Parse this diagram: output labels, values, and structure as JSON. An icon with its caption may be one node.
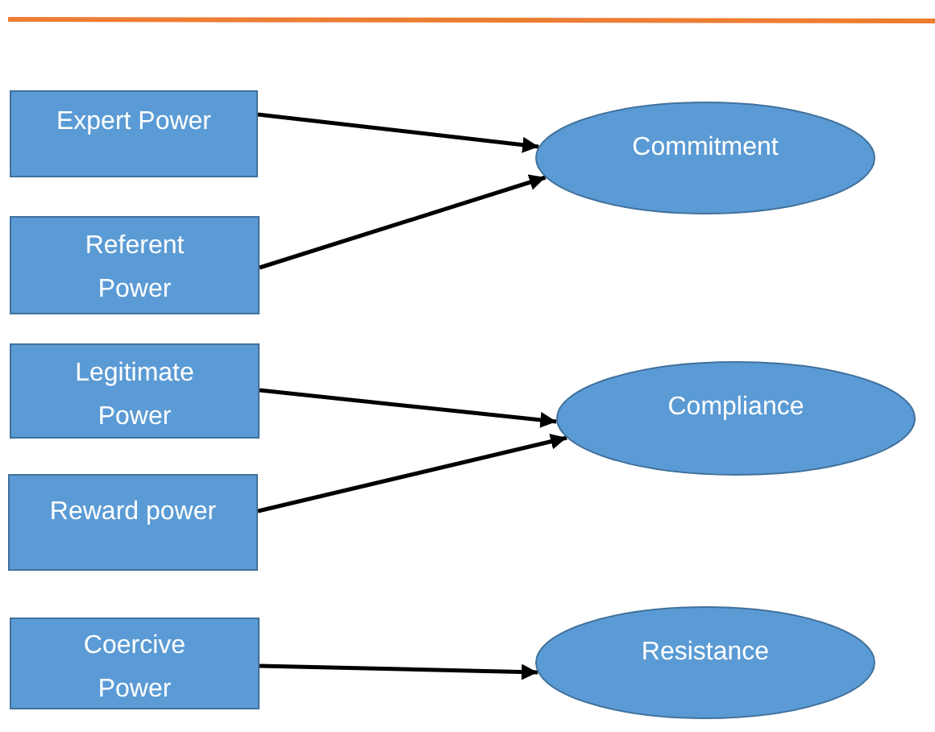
{
  "diagram": {
    "nodes": [
      {
        "text": [
          "Expert Power"
        ]
      },
      {
        "text": [
          "Commitment"
        ]
      },
      {
        "text": [
          "Referent Power"
        ]
      },
      {
        "text": [
          "Legitimate Power"
        ]
      },
      {
        "text": [
          "Compliance"
        ]
      },
      {
        "text": [
          "Reward power"
        ]
      },
      {
        "text": [
          "Coercive Power"
        ]
      },
      {
        "text": [
          "Resistance"
        ]
      }
    ],
    "edges": [
      {
        "from": 0,
        "to": 1,
        "arrow": "to"
      },
      {
        "from": 2,
        "to": 1,
        "arrow": "to"
      },
      {
        "from": 3,
        "to": 4,
        "arrow": "to"
      },
      {
        "from": 5,
        "to": 4,
        "arrow": "to"
      },
      {
        "from": 6,
        "to": 7,
        "arrow": "to"
      }
    ]
  }
}
